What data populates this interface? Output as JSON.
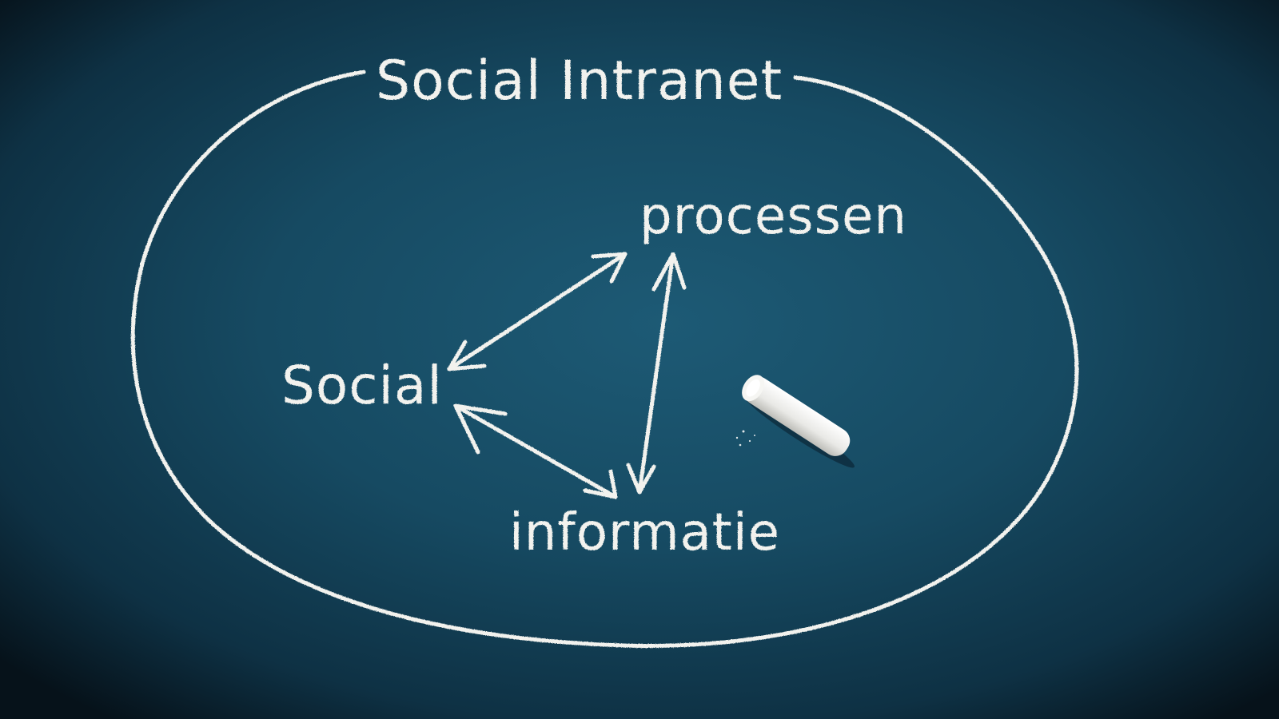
{
  "title": "Social Intranet",
  "nodes": {
    "social": "Social",
    "processen": "processen",
    "informatie": "informatie"
  },
  "colors": {
    "board_center": "#1c5670",
    "board_edge": "#07141c",
    "chalk": "#f2f2ee"
  },
  "icons": {
    "chalk_stick": "chalk-stick-icon"
  }
}
